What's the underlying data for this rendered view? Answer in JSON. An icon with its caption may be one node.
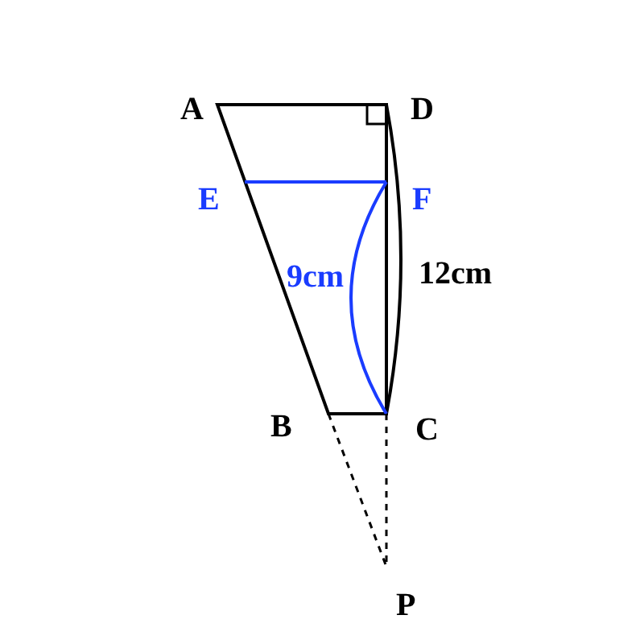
{
  "diagram": {
    "labels": [
      "A",
      "D",
      "E",
      "F",
      "9cm",
      "12cm",
      "B",
      "C",
      "P"
    ]
  }
}
